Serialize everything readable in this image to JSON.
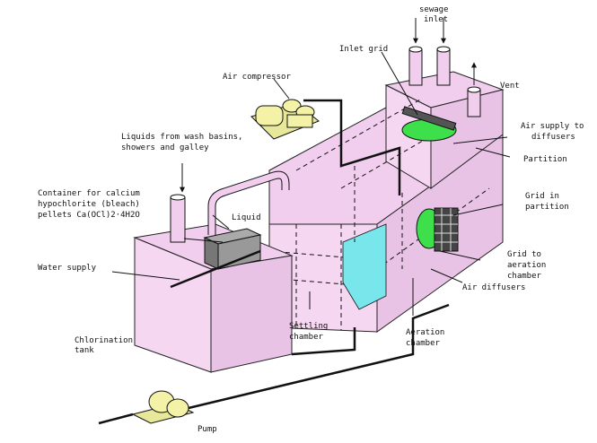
{
  "colors": {
    "background": "#ffffff",
    "tank_front": "#f6d7f2",
    "tank_top": "#f1cdee",
    "tank_side": "#e9c3e6",
    "equipment_yellow": "#f4f2a6",
    "diffuser_green": "#3de04b",
    "aeration_water": "#79e6ec",
    "outline": "#111111"
  },
  "labels": {
    "sewage_inlet_1": "sewage",
    "sewage_inlet_2": "inlet",
    "vent": "Vent",
    "inlet_grid": "Inlet grid",
    "air_compressor": "Air compressor",
    "air_supply_1": "Air supply to",
    "air_supply_2": "diffusers",
    "partition": "Partition",
    "liquids_1": "Liquids from wash basins,",
    "liquids_2": "showers and galley",
    "container_1": "Container for calcium",
    "container_2": "hypochlorite (bleach)",
    "container_3": "pellets Ca(OCl)2·4H2O",
    "grid_partition_1": "Grid in",
    "grid_partition_2": "partition",
    "liquid": "Liquid",
    "water_supply": "Water supply",
    "grid_aeration_1": "Grid to",
    "grid_aeration_2": "aeration",
    "grid_aeration_3": "chamber",
    "air_diffusers": "Air diffusers",
    "chlorination_1": "Chlorination",
    "chlorination_2": "tank",
    "settling_1": "Settling",
    "settling_2": "chamber",
    "aeration_1": "Aeration",
    "aeration_2": "chamber",
    "pump": "Pump"
  }
}
